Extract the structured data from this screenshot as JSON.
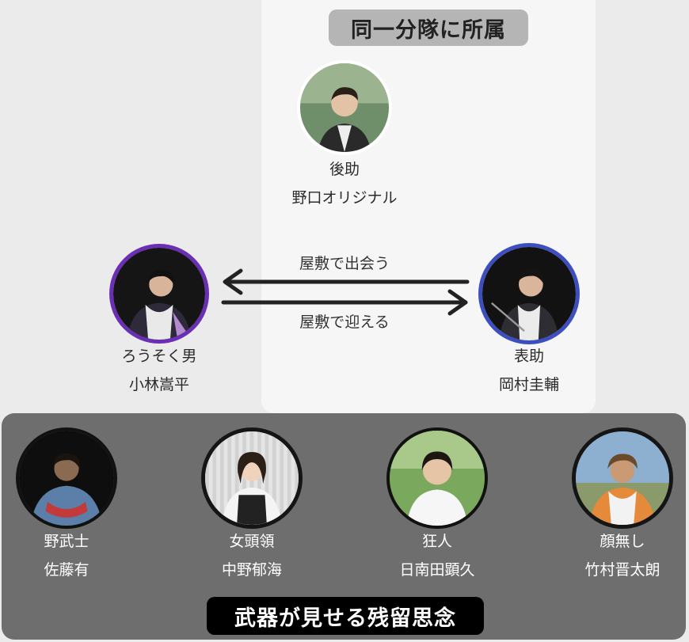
{
  "groups": {
    "same_squad": "同一分隊に所属",
    "weapon_memory": "武器が見せる残留思念"
  },
  "edges": {
    "meet": "屋敷で出会う",
    "welcome": "屋敷で迎える"
  },
  "people": {
    "gosuke": {
      "role": "後助",
      "actor": "野口オリジナル"
    },
    "rousoku": {
      "role": "ろうそく男",
      "actor": "小林嵩平"
    },
    "omotesuke": {
      "role": "表助",
      "actor": "岡村圭輔"
    },
    "nobushi": {
      "role": "野武士",
      "actor": "佐藤有"
    },
    "onnagashira": {
      "role": "女頭領",
      "actor": "中野郁海"
    },
    "kyoujin": {
      "role": "狂人",
      "actor": "日南田顕久"
    },
    "kaonashi": {
      "role": "顔無し",
      "actor": "竹村晋太朗"
    }
  },
  "colors": {
    "ring_purple": "#6a2fb5",
    "ring_blue": "#3d4fc0",
    "ring_dark": "#1a1a1a",
    "ring_white": "#ffffff"
  }
}
